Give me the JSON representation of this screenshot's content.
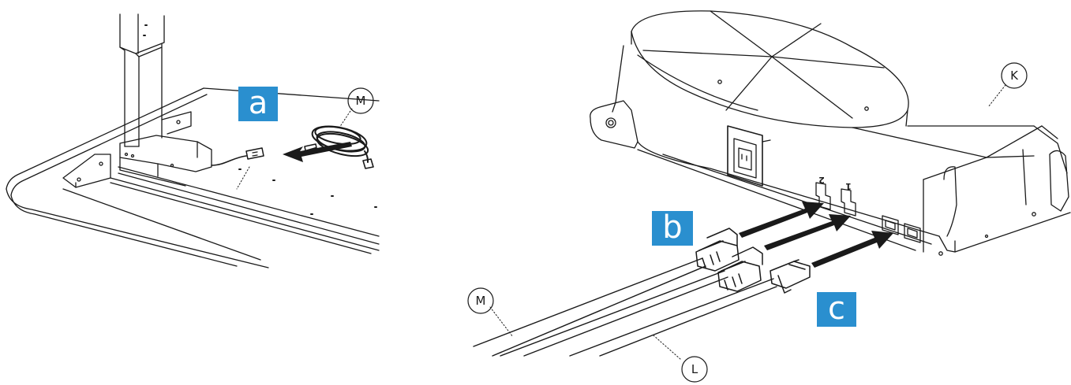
{
  "steps": {
    "a": {
      "label": "a",
      "color": "#2a8fcf"
    },
    "b": {
      "label": "b",
      "color": "#2a8fcf"
    },
    "c": {
      "label": "c",
      "color": "#2a8fcf"
    }
  },
  "callouts": {
    "m_top": "M",
    "m_bottom": "M",
    "k": "K",
    "l": "L"
  },
  "ports": {
    "port_2": "2",
    "port_1": "1"
  },
  "colors": {
    "line": "#1a1a1a",
    "arrow": "#1a1a1a",
    "background": "#ffffff"
  }
}
